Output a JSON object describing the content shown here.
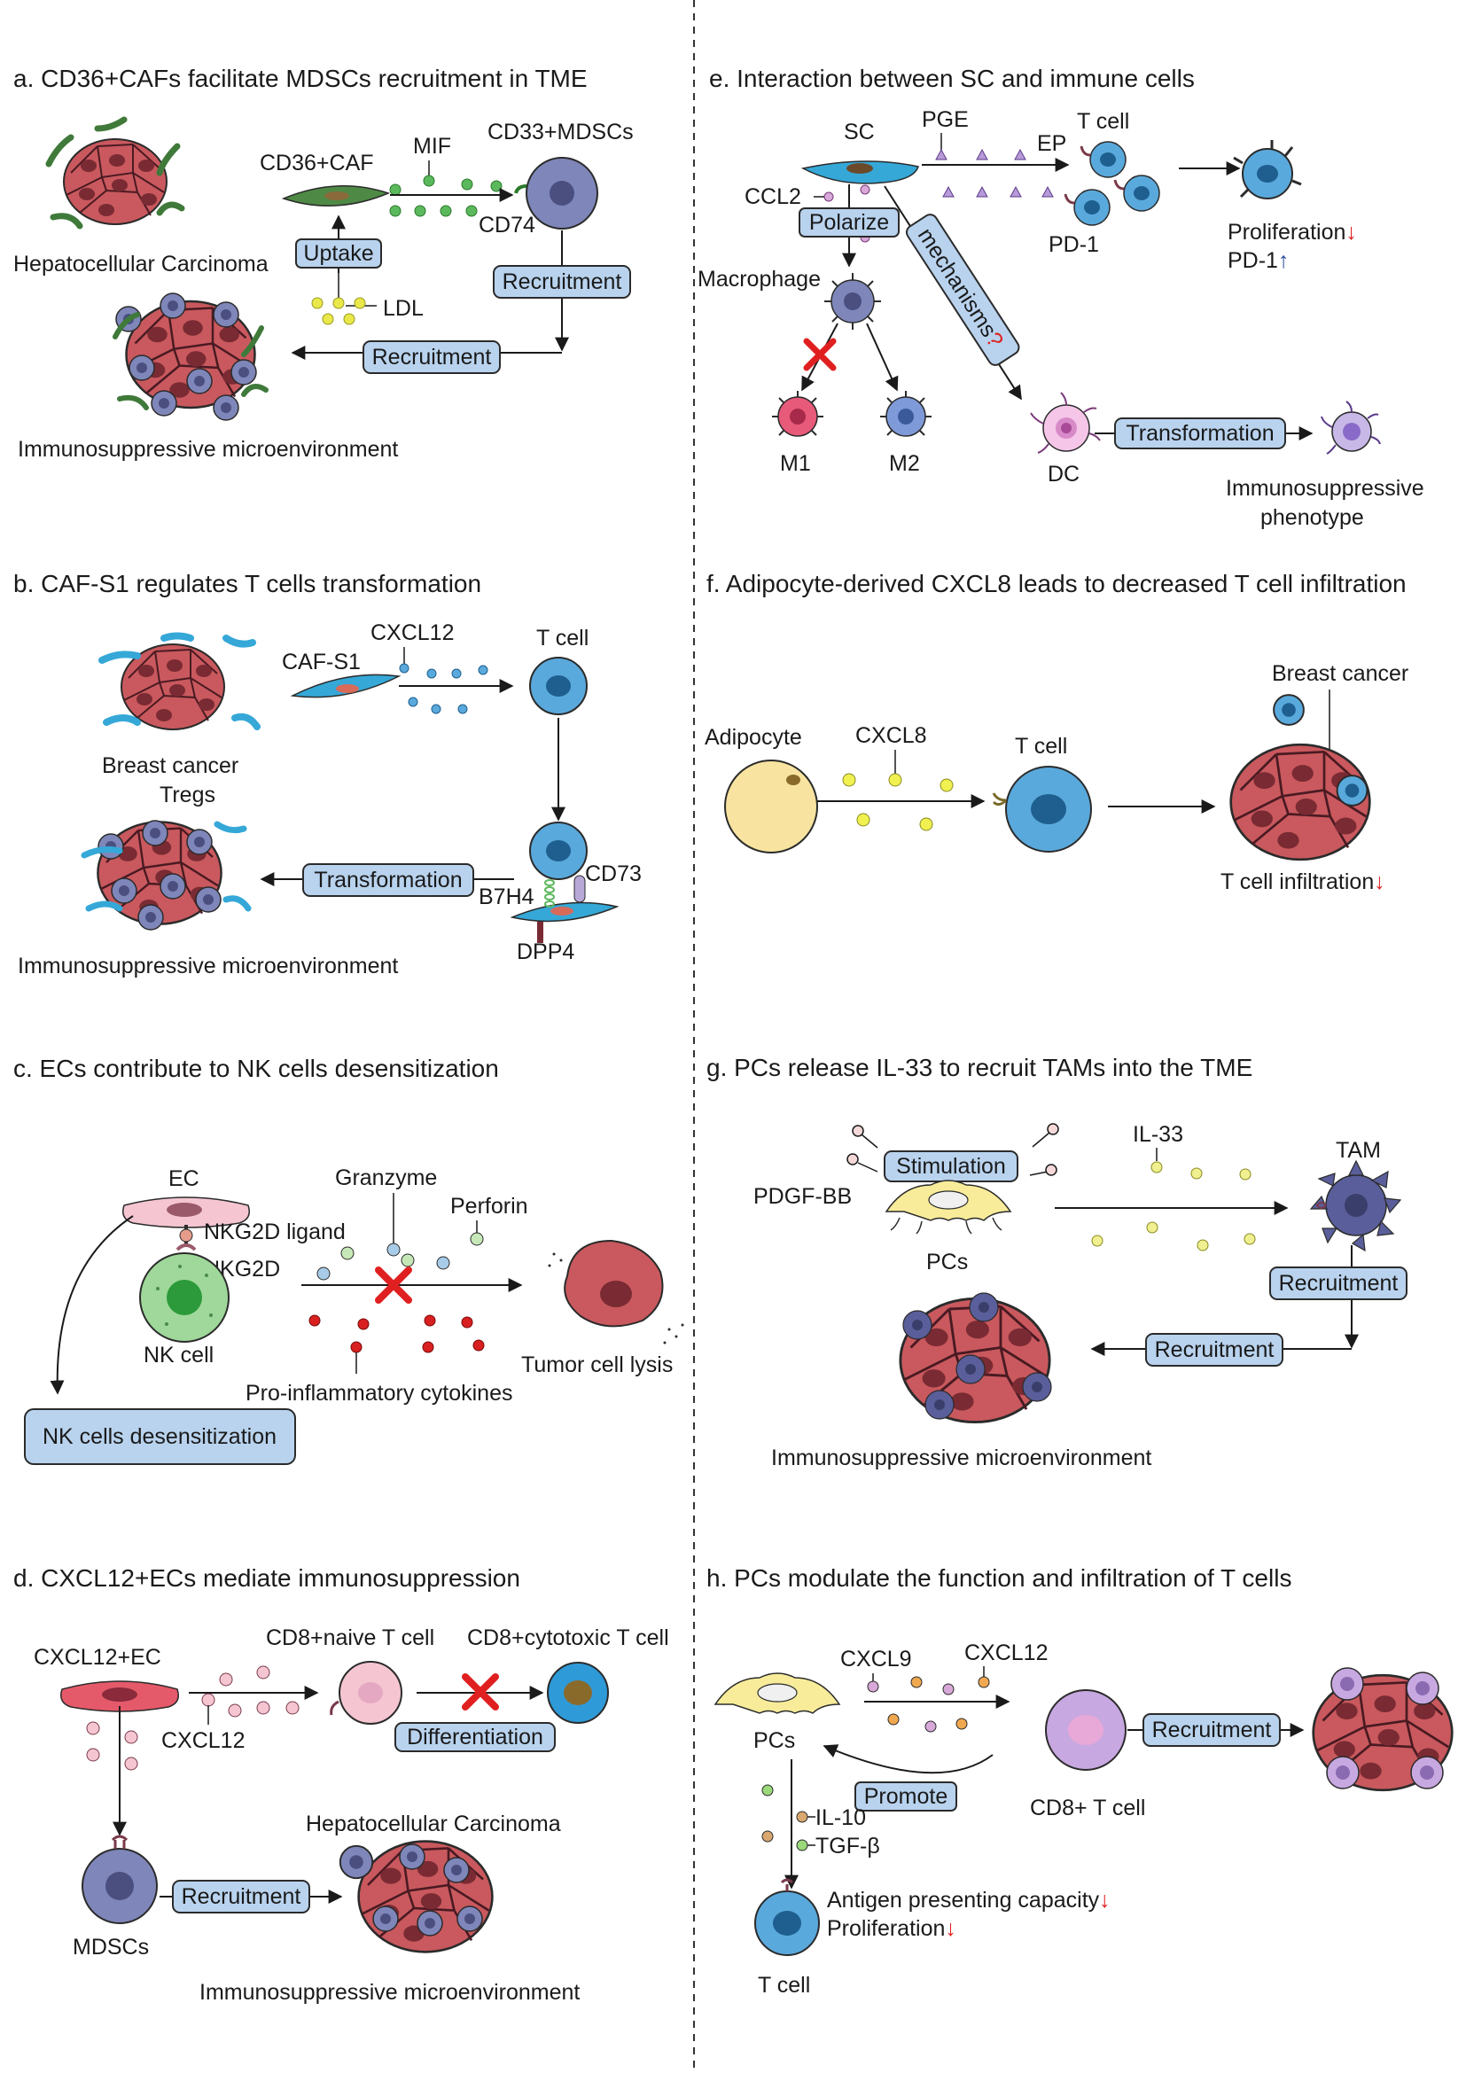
{
  "panels": {
    "a": {
      "title": "a. CD36+CAFs facilitate MDSCs recruitment in TME",
      "hcc": "Hepatocellular Carcinoma",
      "caf": "CD36+CAF",
      "mif": "MIF",
      "mdsc": "CD33+MDSCs",
      "cd74": "CD74",
      "uptake": "Uptake",
      "ldl": "LDL",
      "recruit1": "Recruitment",
      "recruit2": "Recruitment",
      "ime": "Immunosuppressive microenvironment"
    },
    "b": {
      "title": "b. CAF-S1 regulates T cells transformation",
      "bc": "Breast cancer",
      "caf": "CAF-S1",
      "cxcl12": "CXCL12",
      "tcell": "T cell",
      "tregs": "Tregs",
      "transformation": "Transformation",
      "b7h4": "B7H4",
      "cd73": "CD73",
      "dpp4": "DPP4",
      "ime": "Immunosuppressive microenvironment"
    },
    "c": {
      "title": "c. ECs contribute to NK cells desensitization",
      "ec": "EC",
      "nkg2dl": "NKG2D ligand",
      "nkg2d": "NKG2D",
      "nk": "NK cell",
      "granzyme": "Granzyme",
      "perforin": "Perforin",
      "lysis": "Tumor cell lysis",
      "cytokines": "Pro-inflammatory cytokines",
      "desens": "NK cells desensitization"
    },
    "d": {
      "title": "d. CXCL12+ECs mediate immunosuppression",
      "ec": "CXCL12+EC",
      "naive": "CD8+naive T cell",
      "cytotoxic": "CD8+cytotoxic T cell",
      "cxcl12": "CXCL12",
      "diff": "Differentiation",
      "hcc": "Hepatocellular Carcinoma",
      "mdsc": "MDSCs",
      "recruit": "Recruitment",
      "ime": "Immunosuppressive microenvironment"
    },
    "e": {
      "title": "e. Interaction between SC and immune cells",
      "sc": "SC",
      "pge": "PGE",
      "ep": "EP",
      "tcell": "T cell",
      "ccl2": "CCL2",
      "polarize": "Polarize",
      "mechanisms": "mechanisms",
      "q": "?",
      "pd1": "PD-1",
      "prolif": "Proliferation",
      "pd1b": "PD-1",
      "down": "↓",
      "up": "↑",
      "macrophage": "Macrophage",
      "m1": "M1",
      "m2": "M2",
      "dc": "DC",
      "transformation": "Transformation",
      "immpheno1": "Immunosuppressive",
      "immpheno2": "phenotype"
    },
    "f": {
      "title": "f. Adipocyte-derived CXCL8 leads to decreased T cell infiltration",
      "adipocyte": "Adipocyte",
      "cxcl8": "CXCL8",
      "tcell": "T cell",
      "bc": "Breast cancer",
      "infil": "T cell infiltration",
      "down": "↓"
    },
    "g": {
      "title": "g. PCs release IL-33 to recruit TAMs into the TME",
      "stim": "Stimulation",
      "pdgf": "PDGF-BB",
      "pcs": "PCs",
      "il33": "IL-33",
      "tam": "TAM",
      "recruit1": "Recruitment",
      "recruit2": "Recruitment",
      "ime": "Immunosuppressive microenvironment"
    },
    "h": {
      "title": "h. PCs modulate the function and infiltration of T cells",
      "cxcl9": "CXCL9",
      "cxcl12": "CXCL12",
      "pcs": "PCs",
      "cd8": "CD8+ T cell",
      "recruit": "Recruitment",
      "promote": "Promote",
      "il10": "IL-10",
      "tgfb": "TGF-β",
      "antigen": "Antigen presenting capacity",
      "prolif": "Proliferation",
      "down": "↓",
      "tcell": "T cell"
    }
  },
  "colors": {
    "tumor": "#c9595e",
    "tumor_dark": "#7a2a33",
    "box": "#b9d3ee",
    "caf_green": "#3f7a3a",
    "caf_blue": "#35a8d8",
    "tcell_blue": "#5aa9dc",
    "mdsc_purple": "#7f86b9",
    "dots_green": "#5cb85c",
    "dots_yellow": "#e8e84a",
    "red_x": "#e02020"
  }
}
